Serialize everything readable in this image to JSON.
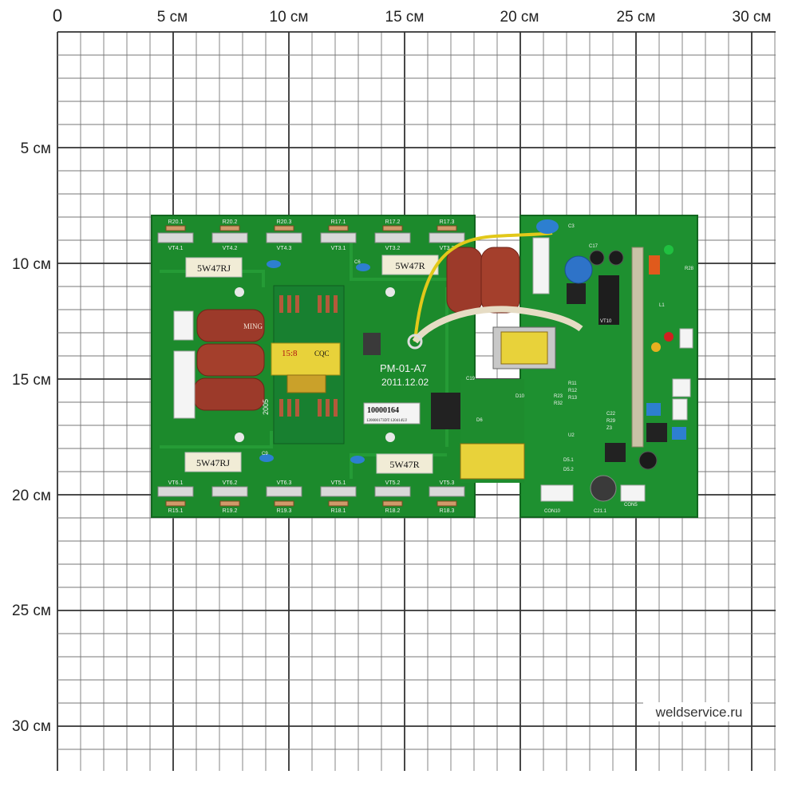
{
  "axes": {
    "x_zero": "0",
    "x_labels": [
      "5 см",
      "10 см",
      "15 см",
      "20 см",
      "25 см",
      "30 см"
    ],
    "y_labels": [
      "5 см",
      "10 см",
      "15 см",
      "20 см",
      "25 см",
      "30 см"
    ]
  },
  "watermark": "weldservice.ru",
  "board": {
    "model": "PM-01-A7",
    "date": "2011.12.02",
    "serial": "10000164",
    "serial_sub": "120000173DT:120414UJ",
    "resistor_top_left": "5W47RJ",
    "resistor_top_mid": "5W47R",
    "resistor_bot_left": "5W47RJ",
    "resistor_bot_mid": "5W47R",
    "capacitor_brand": "MING",
    "transformer_ratio": "15:8",
    "transformer_mark": "CQC",
    "edge_number": "2005"
  },
  "silkscreen": {
    "top_transistors": [
      "VT4.1",
      "VT4.2",
      "VT4.3",
      "VT3.1",
      "VT3.2",
      "VT3.3"
    ],
    "top_resistors": [
      "R20.1",
      "R20.2",
      "R20.3",
      "R17.1",
      "R17.2",
      "R17.3"
    ],
    "bottom_transistors": [
      "VT6.1",
      "VT6.2",
      "VT6.3",
      "VT5.1",
      "VT5.2",
      "VT5.3"
    ],
    "bottom_resistors": [
      "R15.1",
      "R19.2",
      "R19.3",
      "R18.1",
      "R18.2",
      "R18.3"
    ],
    "connectors": [
      "CON10",
      "CON5",
      "C3",
      "C6",
      "C9",
      "C21.1"
    ],
    "misc": [
      "R23",
      "R32",
      "D10",
      "D6",
      "D5.1",
      "D5.2",
      "R11",
      "R12",
      "R13",
      "C22",
      "R29",
      "Z3",
      "L1",
      "VT10",
      "U2",
      "R28",
      "C19",
      "C17"
    ]
  }
}
